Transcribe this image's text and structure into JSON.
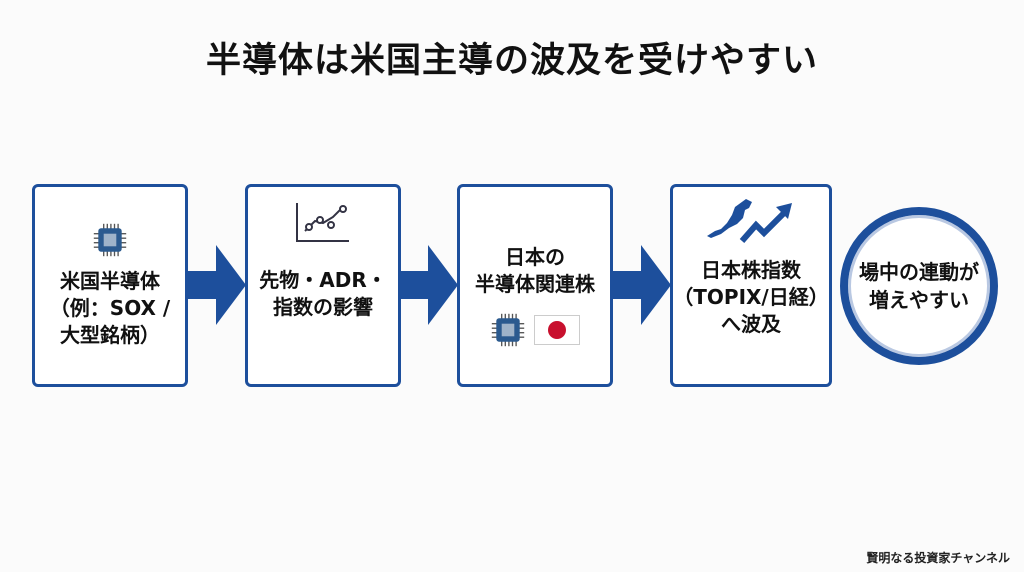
{
  "title": "半導体は米国主導の波及を受けやすい",
  "steps": [
    {
      "lines": [
        "米国半導体",
        "（例：SOX /",
        "大型銘柄）"
      ],
      "icon": "chip-icon"
    },
    {
      "lines": [
        "先物・ADR・",
        "指数の影響"
      ],
      "icon": "line-chart-icon"
    },
    {
      "lines": [
        "日本の",
        "半導体関連株"
      ],
      "icon": "chip-and-japan-flag-icon"
    },
    {
      "lines": [
        "日本株指数",
        "（TOPIX/日経）",
        "へ波及"
      ],
      "icon": "japan-map-uptrend-icon"
    }
  ],
  "result": {
    "lines": [
      "場中の連動が",
      "増えやすい"
    ]
  },
  "footer": "賢明なる投資家チャンネル",
  "colors": {
    "accent": "#1d4f9c",
    "flag_red": "#c8102e"
  }
}
